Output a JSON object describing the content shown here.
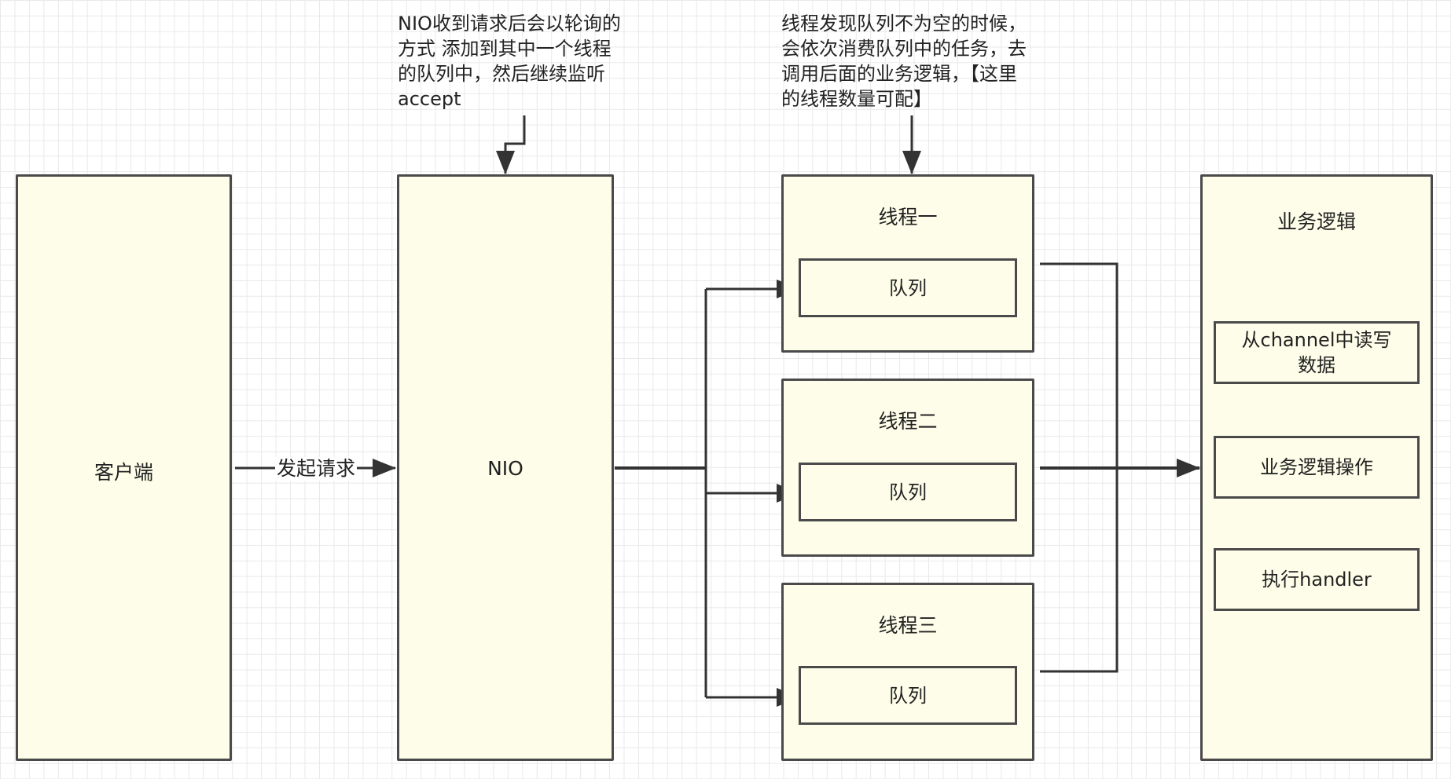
{
  "client": {
    "label": "客户端"
  },
  "request_edge": {
    "label": "发起请求"
  },
  "nio": {
    "label": "NIO",
    "note_lines": [
      "NIO收到请求后会以轮询的",
      "方式 添加到其中一个线程",
      "的队列中，然后继续监听",
      "accept"
    ]
  },
  "threads_note": {
    "lines": [
      "线程发现队列不为空的时候，",
      "会依次消费队列中的任务，去",
      "调用后面的业务逻辑，【这里",
      "的线程数量可配】"
    ]
  },
  "threads": [
    {
      "label": "线程一",
      "queue_label": "队列"
    },
    {
      "label": "线程二",
      "queue_label": "队列"
    },
    {
      "label": "线程三",
      "queue_label": "队列"
    }
  ],
  "business": {
    "label": "业务逻辑",
    "steps": [
      "从channel中读写\n数据",
      "业务逻辑操作",
      "执行handler"
    ]
  },
  "colors": {
    "box_fill": "#fdfde9",
    "stroke": "#4a4a4a",
    "grid": "#e9e9e9"
  }
}
